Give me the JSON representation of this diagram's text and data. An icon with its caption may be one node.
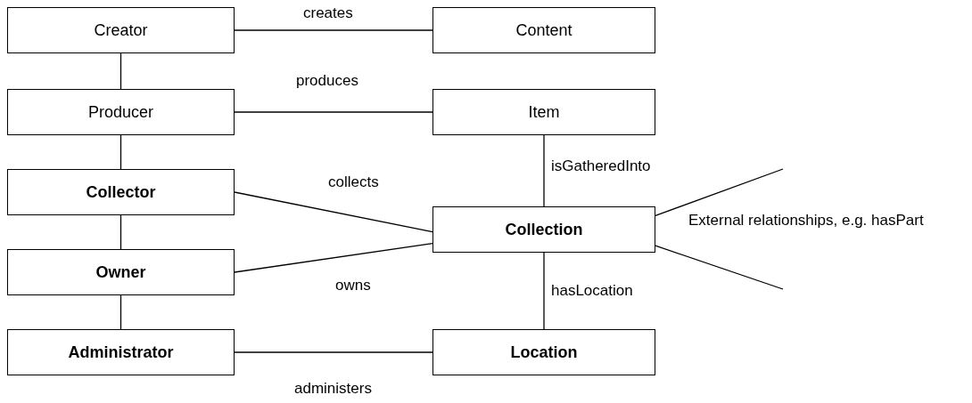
{
  "diagram": {
    "nodes": [
      {
        "text": [
          "Creator"
        ]
      },
      {
        "text": [
          "Content"
        ]
      },
      {
        "text": [
          "Producer"
        ]
      },
      {
        "text": [
          "Item"
        ]
      },
      {
        "text": [
          "Collector"
        ]
      },
      {
        "text": [
          "Collection"
        ]
      },
      {
        "text": [
          "Owner"
        ]
      },
      {
        "text": [
          "Administrator"
        ]
      },
      {
        "text": [
          "Location"
        ]
      }
    ],
    "edges": [
      {
        "from": 0,
        "to": 1,
        "arrow": "none",
        "label": "creates"
      },
      {
        "from": 0,
        "to": 2,
        "arrow": "none"
      },
      {
        "from": 2,
        "to": 3,
        "arrow": "none",
        "label": "produces"
      },
      {
        "from": 2,
        "to": 4,
        "arrow": "none"
      },
      {
        "from": 3,
        "to": 5,
        "arrow": "none",
        "label": "isGatheredInto"
      },
      {
        "from": 4,
        "to": 5,
        "arrow": "none",
        "label": "collects"
      },
      {
        "from": 4,
        "to": 6,
        "arrow": "none"
      },
      {
        "from": 6,
        "to": 5,
        "arrow": "none",
        "label": "owns"
      },
      {
        "from": 6,
        "to": 7,
        "arrow": "none"
      },
      {
        "from": 5,
        "to": 8,
        "arrow": "none",
        "label": "hasLocation"
      },
      {
        "from": 7,
        "to": 8,
        "arrow": "none",
        "label": "administers"
      },
      {
        "from": 5,
        "to": null,
        "arrow": "none"
      },
      {
        "from": 5,
        "to": null,
        "arrow": "none"
      }
    ],
    "labels": [
      "External relationships, e.g. hasPart"
    ]
  }
}
